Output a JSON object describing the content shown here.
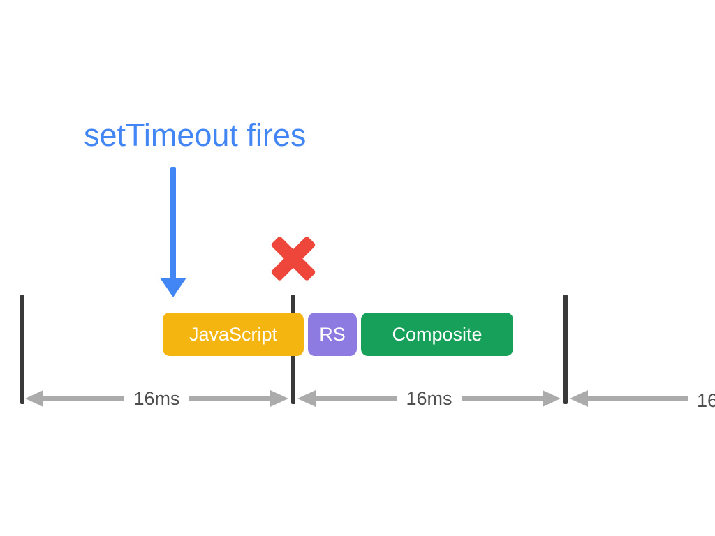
{
  "diagram": {
    "title": "setTimeout fires",
    "tasks": [
      {
        "label": "JavaScript",
        "color": "#F4B511"
      },
      {
        "label": "RS",
        "color": "#8D7BE2"
      },
      {
        "label": "Composite",
        "color": "#17A05A"
      }
    ],
    "intervals": [
      {
        "label": "16ms"
      },
      {
        "label": "16ms"
      },
      {
        "label": "16"
      }
    ],
    "icons": {
      "settimeout_arrow": "down-arrow-icon",
      "blocked_marker": "x-mark-icon",
      "interval_arrows": "double-headed-arrow-icon"
    },
    "colors": {
      "annotation_blue": "#4285F4",
      "blocked_red": "#EE463A",
      "frame_bar_dark": "#393939",
      "measure_arrow_gray": "#ABABAB",
      "measure_text_gray": "#4D4D4D",
      "task_text_white": "#FFFFFF",
      "background": "#FFFFFF"
    }
  }
}
